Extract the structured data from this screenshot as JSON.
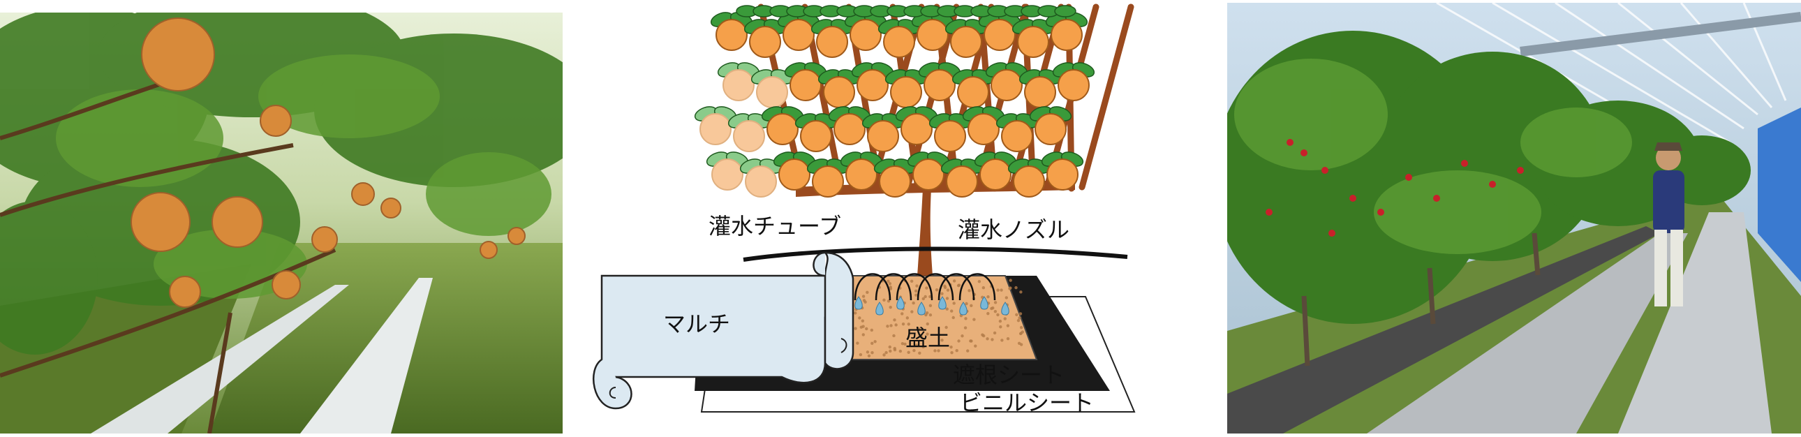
{
  "diagram": {
    "labels": {
      "irrigation_tube": "灌水チューブ",
      "irrigation_nozzle": "灌水ノズル",
      "mulch": "マルチ",
      "mound": "盛土",
      "root_barrier_sheet": "遮根シート",
      "vinyl_sheet": "ビニルシート"
    },
    "colors": {
      "fruit": "#f5a04a",
      "leaf": "#3a9a3a",
      "branch": "#9a4a1e",
      "mound": "#e8b07a",
      "mulch": "#dce9f2",
      "root_sheet": "#1a1a1a",
      "water": "#7ab8d8"
    }
  }
}
